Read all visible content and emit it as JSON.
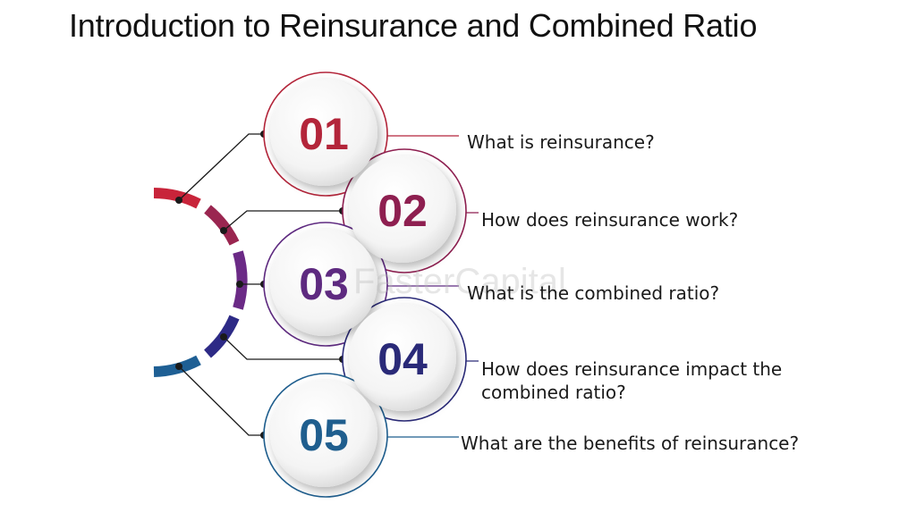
{
  "title": "Introduction to Reinsurance and Combined Ratio",
  "watermark": "FasterCapital",
  "items": [
    {
      "number": "01",
      "label": "What is reinsurance?",
      "color": "#b3253a"
    },
    {
      "number": "02",
      "label": "How does reinsurance work?",
      "color": "#8e1f50"
    },
    {
      "number": "03",
      "label": "What is the combined ratio?",
      "color": "#5e2a80"
    },
    {
      "number": "04",
      "label": "How does reinsurance impact the combined ratio?",
      "label_lines": [
        "How does reinsurance impact the",
        "combined ratio?"
      ],
      "color": "#2a2a78"
    },
    {
      "number": "05",
      "label": "What are the benefits of reinsurance?",
      "color": "#1f5e8e"
    }
  ]
}
